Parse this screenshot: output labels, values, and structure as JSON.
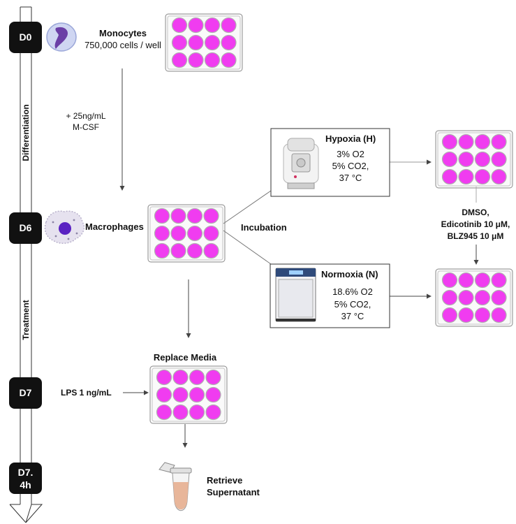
{
  "timeline": {
    "days": [
      {
        "label": "D0"
      },
      {
        "label": "D6"
      },
      {
        "label": "D7"
      },
      {
        "label_line1": "D7.",
        "label_line2": "4h"
      }
    ],
    "phases": [
      "Differentiation",
      "Treatment"
    ]
  },
  "steps": {
    "monocytes": {
      "title": "Monocytes",
      "detail": "750,000 cells / well"
    },
    "mcsf": {
      "line1": "+ 25ng/mL",
      "line2": "M-CSF"
    },
    "macrophages": {
      "title": "Macrophages"
    },
    "incubation": {
      "label": "Incubation"
    },
    "replace_media": {
      "title": "Replace Media"
    },
    "lps": {
      "label": "LPS 1 ng/mL"
    },
    "supernatant": {
      "line1": "Retrieve",
      "line2": "Supernatant"
    }
  },
  "conditions": {
    "hypoxia": {
      "title": "Hypoxia (H)",
      "o2": "3% O2",
      "co2": "5% CO2,",
      "temp": "37 °C"
    },
    "normoxia": {
      "title": "Normoxia (N)",
      "o2": "18.6%  O2",
      "co2": "5% CO2,",
      "temp": "37 °C"
    }
  },
  "treatments": {
    "line1": "DMSO,",
    "line2": "Edicotinib 10 μM,",
    "line3": "BLZ945 10 μM"
  },
  "colors": {
    "well": "#f03cf0",
    "day_badge": "#111111",
    "plate_border": "#8a8a8a",
    "tube_liquid": "#e8b69a"
  }
}
